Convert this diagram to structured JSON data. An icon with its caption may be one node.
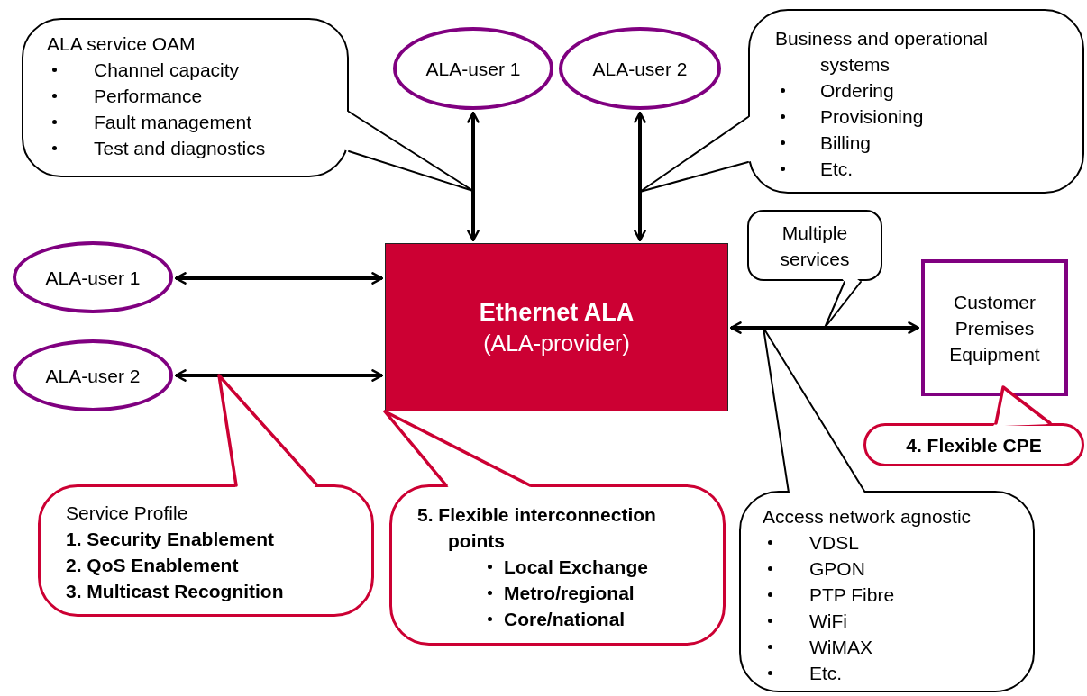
{
  "diagram": {
    "nodes": [
      {
        "text": [
          "ALA service OAM",
          "Channel capacity",
          "Performance",
          "Fault management",
          "Test and diagnostics"
        ]
      },
      {
        "text": [
          "ALA-user 1"
        ]
      },
      {
        "text": [
          "ALA-user 2"
        ]
      },
      {
        "text": [
          "Business and operational systems",
          "Ordering",
          "Provisioning",
          "Billing",
          "Etc."
        ]
      },
      {
        "text": [
          "Multiple services"
        ]
      },
      {
        "text": [
          "ALA-user 1"
        ]
      },
      {
        "text": [
          "Ethernet ALA",
          "(ALA-provider)"
        ]
      },
      {
        "text": [
          "Customer Premises Equipment"
        ]
      },
      {
        "text": [
          "ALA-user 2"
        ]
      },
      {
        "text": [
          "4. Flexible CPE"
        ]
      },
      {
        "text": [
          "Service Profile",
          "1. Security Enablement",
          "2. QoS Enablement",
          "3. Multicast Recognition"
        ]
      },
      {
        "text": [
          "5. Flexible interconnection points",
          "Local Exchange",
          "Metro/regional",
          "Core/national"
        ]
      },
      {
        "text": [
          "Access network agnostic",
          "VDSL",
          "GPON",
          "PTP Fibre",
          "WiFi",
          "WiMAX",
          "Etc."
        ]
      }
    ],
    "edges": [
      {
        "from": 1,
        "to": 6,
        "arrow": "both"
      },
      {
        "from": 2,
        "to": 6,
        "arrow": "both"
      },
      {
        "from": 5,
        "to": 6,
        "arrow": "both"
      },
      {
        "from": 8,
        "to": 6,
        "arrow": "both"
      },
      {
        "from": 6,
        "to": 7,
        "arrow": "both"
      },
      {
        "from": 0,
        "to": null,
        "arrow": "none"
      },
      {
        "from": 3,
        "to": null,
        "arrow": "none"
      },
      {
        "from": 4,
        "to": null,
        "arrow": "none"
      },
      {
        "from": 12,
        "to": null,
        "arrow": "none"
      },
      {
        "from": 10,
        "to": null,
        "arrow": "none",
        "color": "#cc0033"
      },
      {
        "from": 11,
        "to": 6,
        "arrow": "none",
        "color": "#cc0033"
      },
      {
        "from": 9,
        "to": 7,
        "arrow": "none",
        "color": "#cc0033"
      }
    ]
  }
}
